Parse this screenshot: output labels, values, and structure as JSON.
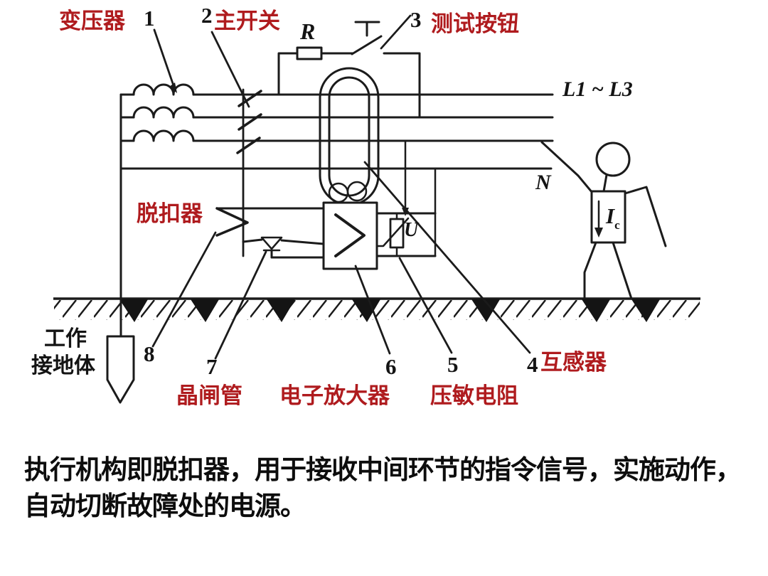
{
  "colors": {
    "label_red": "#AF1B1E",
    "ink": "#1b1b1b",
    "background": "#ffffff"
  },
  "diagram": {
    "labels": {
      "transformer": "变压器",
      "main_switch": "主开关",
      "test_button": "测试按钮",
      "trip_device": "脱扣器",
      "thyristor": "晶闸管",
      "amplifier": "电子放大器",
      "varistor": "压敏电阻",
      "current_transformer": "互感器",
      "working_earth_line1": "工作",
      "working_earth_line2": "接地体"
    },
    "numbers": {
      "transformer": "1",
      "main_switch": "2",
      "test_button": "3",
      "current_transformer": "4",
      "varistor": "5",
      "amplifier": "6",
      "thyristor": "7",
      "trip_device": "8"
    },
    "wire_labels": {
      "resistor": "R",
      "phases": "L1 ~ L3",
      "neutral": "N",
      "voltage": "U",
      "leakage_current_symbol": "I",
      "leakage_current_subscript": "c"
    }
  },
  "caption": {
    "line1": "执行机构即脱扣器，用于接收中间环节的指令信号，实施动作，",
    "line2": "自动切断故障处的电源。"
  }
}
